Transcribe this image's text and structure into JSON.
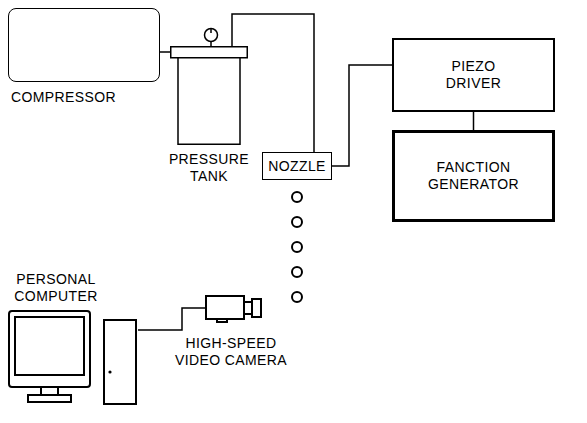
{
  "diagram": {
    "nodes": [
      {
        "text": [
          "COMPRESSOR"
        ]
      },
      {
        "text": [
          "PRESSURE TANK"
        ]
      },
      {
        "text": [
          "NOZZLE"
        ]
      },
      {
        "text": [
          "PIEZO DRIVER"
        ]
      },
      {
        "text": [
          "FANCTION GENERATOR"
        ]
      },
      {
        "text": [
          "PERSONAL COMPUTER"
        ]
      },
      {
        "text": [
          "HIGH-SPEED VIDEO CAMERA"
        ]
      }
    ],
    "edges": [
      {
        "from": 0,
        "to": 1,
        "arrow": "none"
      },
      {
        "from": 1,
        "to": 2,
        "arrow": "none"
      },
      {
        "from": 3,
        "to": 2,
        "arrow": "none"
      },
      {
        "from": 3,
        "to": 4,
        "arrow": "none"
      },
      {
        "from": 5,
        "to": 6,
        "arrow": "none"
      }
    ]
  }
}
